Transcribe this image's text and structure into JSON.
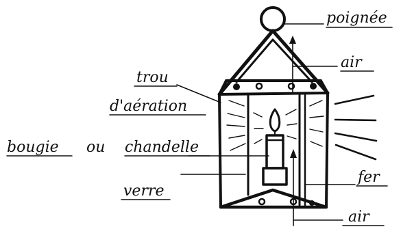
{
  "labels": {
    "handle": "poignée",
    "air_top": "air",
    "vent_hole_line1": "trou",
    "vent_hole_line2": "d'aération",
    "candle_word1": "bougie",
    "candle_word2": "ou",
    "candle_word3": "chandelle",
    "glass": "verre",
    "iron": "fer",
    "air_bottom": "air"
  },
  "colors": {
    "ink": "#111111",
    "paper": "#ffffff"
  }
}
